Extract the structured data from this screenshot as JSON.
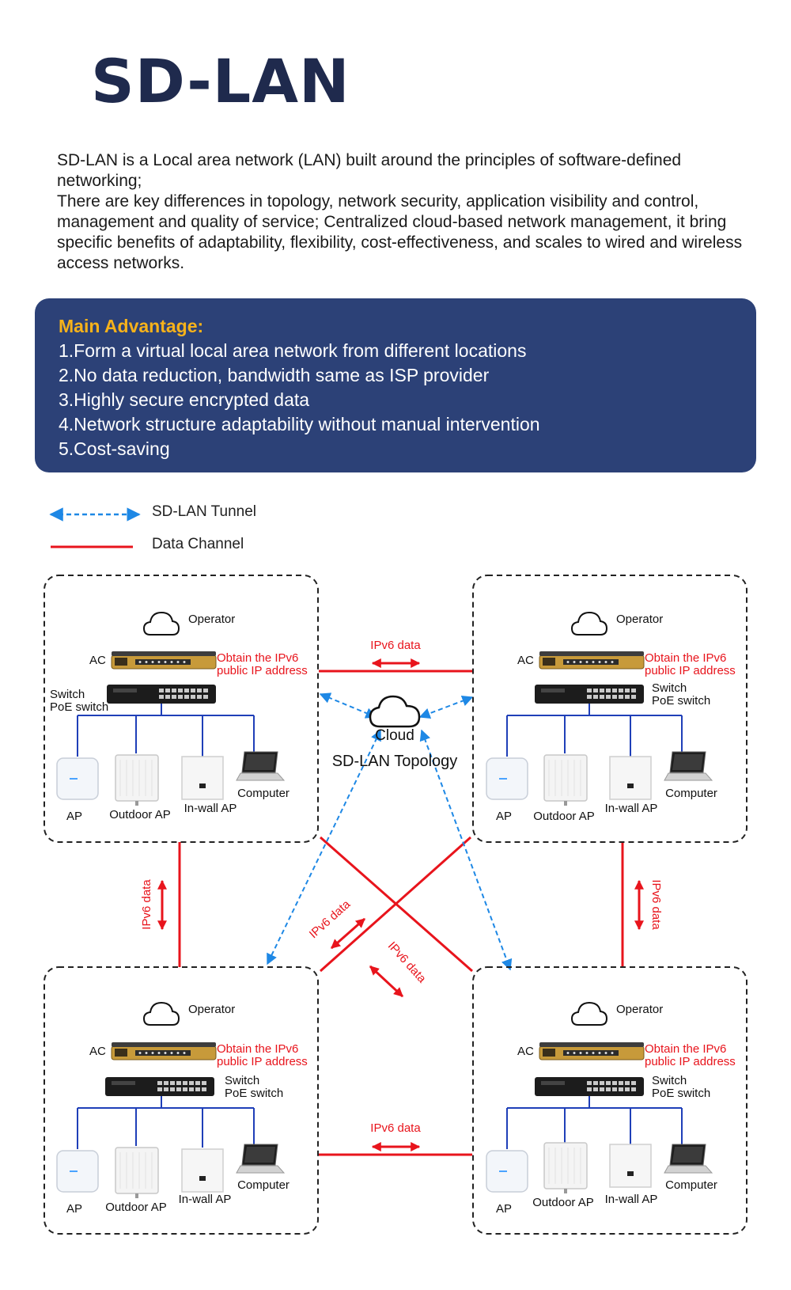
{
  "header": {
    "title": "SD-LAN"
  },
  "intro": {
    "p1": "SD-LAN is a Local area network (LAN) built around the principles of software-defined networking;",
    "p2": "There are key differences in topology, network security, application visibility and control, management and quality of service; Centralized cloud-based network management, it bring specific benefits of adaptability, flexibility, cost-effectiveness, and scales to wired and wireless access networks."
  },
  "advantages": {
    "title": "Main Advantage:",
    "items": [
      "1.Form a virtual local area network from different locations",
      "2.No data reduction, bandwidth same as ISP provider",
      "3.Highly secure encrypted data",
      "4.Network structure adaptability without manual intervention",
      "5.Cost-saving"
    ]
  },
  "legend": {
    "tunnel": "SD-LAN Tunnel",
    "data": "Data Channel"
  },
  "center": {
    "cloud": "Cloud",
    "topology": "SD-LAN Topology"
  },
  "link_label": "IPv6 data",
  "site": {
    "operator": "Operator",
    "ac": "AC",
    "obtain1": "Obtain the IPv6",
    "obtain2": "public IP address",
    "switch1": "Switch",
    "switch2": "PoE switch",
    "ap": "AP",
    "outdoor_ap": "Outdoor AP",
    "inwall_ap": "In-wall AP",
    "computer": "Computer"
  },
  "colors": {
    "tunnel": "#1e88e5",
    "data": "#e8141c",
    "wire": "#1f3fb8",
    "accent_red": "#e8141c",
    "navy": "#2c4177",
    "gold": "#f7b21a"
  }
}
